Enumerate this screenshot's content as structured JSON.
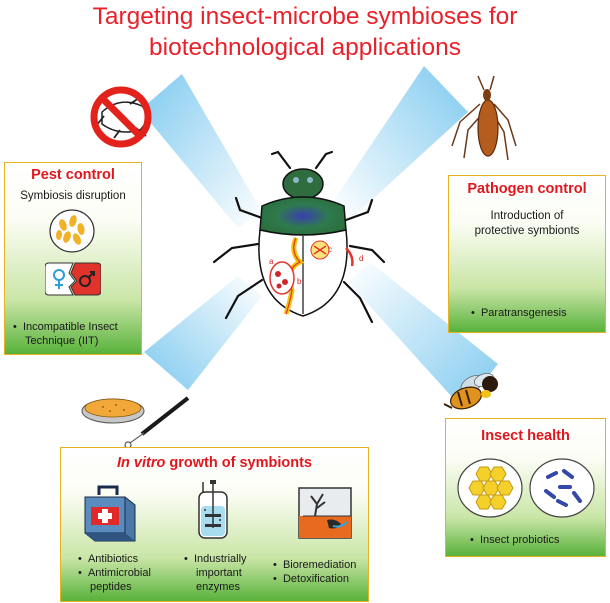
{
  "title": {
    "line1": "Targeting insect-microbe symbioses for",
    "line2": "biotechnological applications"
  },
  "pest_control": {
    "title": "Pest control",
    "subtitle": "Symbiosis disruption",
    "bullet_line1": "Incompatible Insect",
    "bullet_line2": "Technique (IIT)"
  },
  "pathogen_control": {
    "title": "Pathogen control",
    "subtitle_line1": "Introduction of",
    "subtitle_line2": "protective symbionts",
    "bullet": "Paratransgenesis"
  },
  "insect_health": {
    "title": "Insect health",
    "bullet": "Insect probiotics"
  },
  "in_vitro": {
    "title_italic": "In vitro",
    "title_rest": " growth of symbionts",
    "col1": [
      "Antibiotics",
      "Antimicrobial",
      "peptides"
    ],
    "col2": [
      "Industrially",
      "important",
      "enzymes"
    ],
    "col3": [
      "Bioremediation",
      "Detoxification"
    ]
  },
  "beetle_labels": [
    "a",
    "b",
    "c",
    "d"
  ],
  "colors": {
    "title_red": "#e8212b",
    "panel_border": "#e7b321",
    "panel_green": "#58b23b",
    "beam_blue": "#7fc9ef"
  },
  "icons": [
    "crossed-out-insect-icon",
    "assassin-bug-icon",
    "beetle-icon",
    "mosquito-icon",
    "bee-icon",
    "petri-dish-icon",
    "inoculation-loop-icon",
    "medical-kit-icon",
    "bioreactor-icon",
    "bioremediation-icon",
    "symbiont-cells-icon",
    "male-female-icon",
    "honeycomb-icon",
    "bacteria-icon"
  ]
}
